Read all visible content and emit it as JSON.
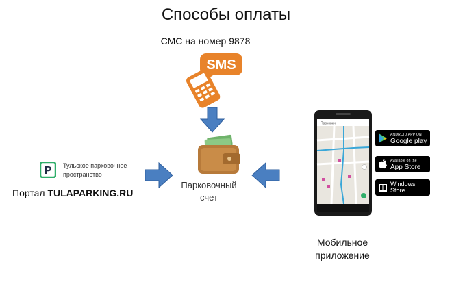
{
  "title": "Способы оплаты",
  "sms": {
    "caption": "СМС на номер 9878",
    "bubble_text": "SMS"
  },
  "wallet": {
    "caption_line1": "Парковочный",
    "caption_line2": "счет"
  },
  "portal": {
    "logo_letter": "P",
    "name_line1": "Тульское парковочное",
    "name_line2": "пространство",
    "caption_prefix": "Портал ",
    "caption_site": "TULAPARKING.RU"
  },
  "mobile": {
    "caption_line1": "Мобильное",
    "caption_line2": "приложение",
    "app_screen_title": "Парковки",
    "badges": {
      "google_small": "ANDROID APP ON",
      "google_big": "Google play",
      "apple_small": "Available on the",
      "apple_big": "App Store",
      "windows_line1": "Windows",
      "windows_line2": "Store"
    }
  },
  "colors": {
    "arrow_blue": "#4a7fc1",
    "sms_orange": "#e8832a",
    "portal_green": "#2fae6a",
    "wallet_brown": "#b77a3a"
  },
  "icons": [
    "sms-phone-icon",
    "wallet-icon",
    "portal-logo-icon",
    "arrow-down-icon",
    "arrow-right-icon",
    "arrow-left-icon",
    "smartphone-icon",
    "google-play-icon",
    "apple-icon",
    "windows-icon"
  ]
}
